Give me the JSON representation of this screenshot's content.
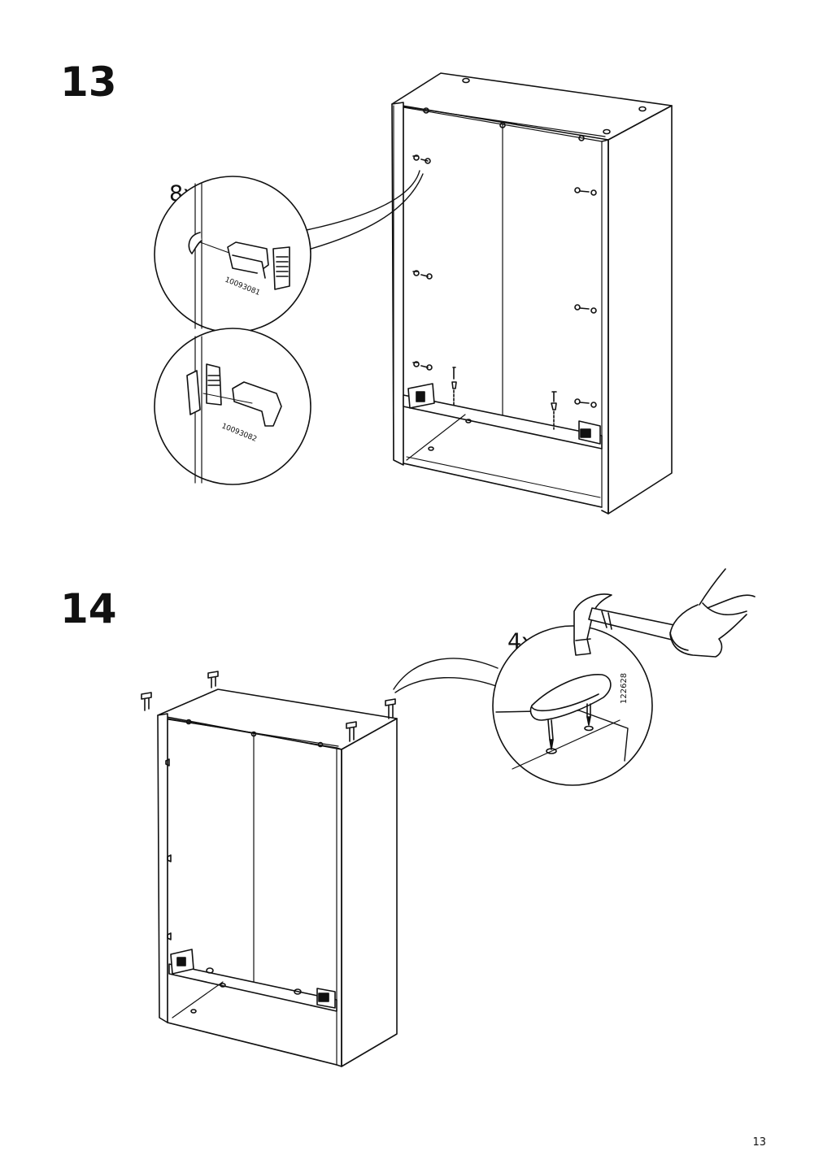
{
  "steps": [
    {
      "number": "13",
      "quantity": "8x",
      "part_numbers": [
        "10093081",
        "10093082"
      ]
    },
    {
      "number": "14",
      "quantity": "4x",
      "part_numbers": [
        "122628"
      ]
    }
  ],
  "page_number": "13",
  "icons": [
    "cabinet-illustration",
    "shelf-support-peg-icon",
    "hammer-icon",
    "hand-icon",
    "glide-nail-icon"
  ]
}
